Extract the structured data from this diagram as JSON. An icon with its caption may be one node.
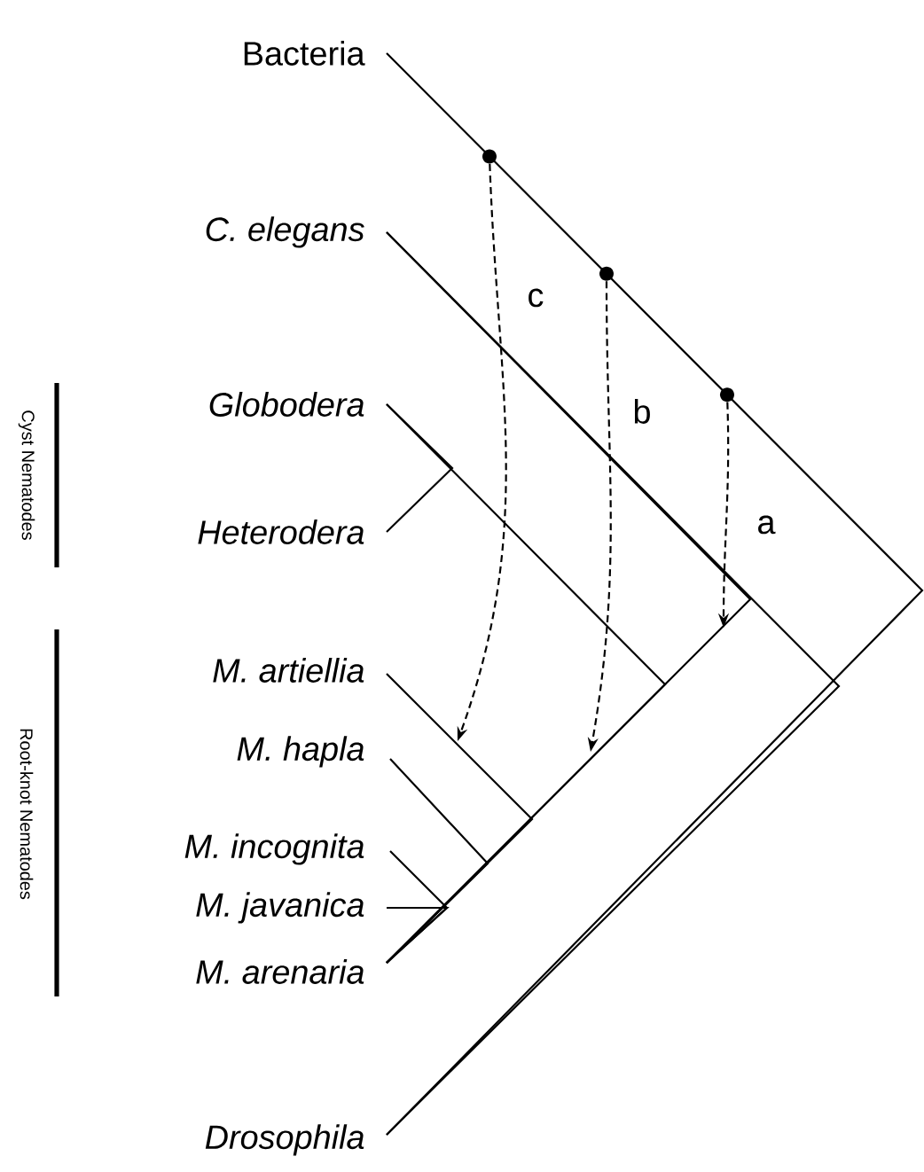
{
  "diagram": {
    "nodes": [
      {
        "text": [
          "Bacteria"
        ]
      },
      {
        "text": [
          "C. elegans"
        ]
      },
      {
        "text": [
          "Globodera"
        ]
      },
      {
        "text": [
          "Heterodera"
        ]
      },
      {
        "text": [
          "M. artiellia"
        ]
      },
      {
        "text": [
          "M. hapla"
        ]
      },
      {
        "text": [
          "M. incognita"
        ]
      },
      {
        "text": [
          "M. javanica"
        ]
      },
      {
        "text": [
          "M. arenaria"
        ]
      },
      {
        "text": [
          "Drosophila"
        ]
      },
      {
        "text": [],
        "shape": "circle"
      },
      {
        "text": [],
        "shape": "circle"
      },
      {
        "text": [],
        "shape": "circle"
      }
    ],
    "edges": [
      {
        "from": 0,
        "to": 9,
        "arrow": "none"
      },
      {
        "from": 1,
        "to": 9,
        "arrow": "none"
      },
      {
        "from": 1,
        "to": 8,
        "arrow": "none"
      },
      {
        "from": 2,
        "to": 8,
        "arrow": "none"
      },
      {
        "from": 3,
        "to": 2,
        "arrow": "none"
      },
      {
        "from": 4,
        "to": 8,
        "arrow": "none"
      },
      {
        "from": 5,
        "to": 8,
        "arrow": "none"
      },
      {
        "from": 6,
        "to": 8,
        "arrow": "none"
      },
      {
        "from": 7,
        "to": 8,
        "arrow": "none"
      },
      {
        "from": 10,
        "to": null,
        "arrow": "to",
        "style": "dashed",
        "label": "c"
      },
      {
        "from": 11,
        "to": null,
        "arrow": "to",
        "style": "dashed",
        "label": "b"
      },
      {
        "from": 12,
        "to": null,
        "arrow": "to",
        "style": "dashed",
        "label": "a"
      }
    ],
    "labels": [
      "Cyst Nematodes",
      "Root-knot Nematodes"
    ]
  }
}
